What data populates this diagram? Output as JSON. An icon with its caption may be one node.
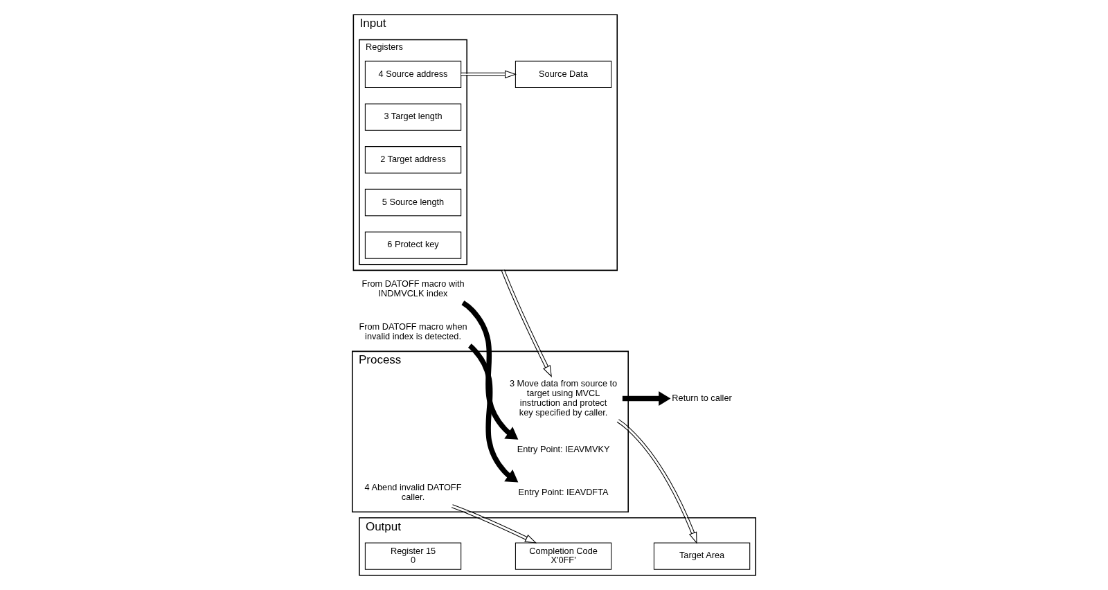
{
  "diagram": {
    "nodes": [
      {
        "text": [
          "Input"
        ]
      },
      {
        "text": [
          "Registers"
        ],
        "in": 0
      },
      {
        "text": [
          "2 Target address"
        ],
        "in": 1
      },
      {
        "text": [
          "3 Target length"
        ],
        "in": 1
      },
      {
        "text": [
          "4 Source address"
        ],
        "in": 1
      },
      {
        "text": [
          "5 Source length"
        ],
        "in": 1
      },
      {
        "text": [
          "6 Protect key"
        ],
        "in": 1
      },
      {
        "text": [
          "Source Data"
        ],
        "in": 0
      },
      {
        "text": [
          "Process"
        ]
      },
      {
        "text": [
          "From DATOFF macro with INDMVCLK index"
        ]
      },
      {
        "text": [
          "Entry Point: IEAVMVKY"
        ],
        "in": 8
      },
      {
        "text": [
          "3 Move data from source to target using MVCL instruction and protect key specified by caller."
        ],
        "in": 8
      },
      {
        "text": [
          "From DATOFF macro when invalid index is detected."
        ]
      },
      {
        "text": [
          "Entry Point: IEAVDFTA"
        ],
        "in": 8
      },
      {
        "text": [
          "4 Abend invalid DATOFF caller."
        ],
        "in": 8
      },
      {
        "text": [
          "Return to caller"
        ]
      },
      {
        "text": [
          "Output"
        ]
      },
      {
        "text": [
          "Target Area"
        ],
        "in": 16
      },
      {
        "text": [
          "Register 15",
          "0"
        ],
        "in": 16
      },
      {
        "text": [
          "Completion Code",
          "X'0FF'"
        ],
        "in": 16
      }
    ],
    "edges": [
      {
        "from": 4,
        "to": 7,
        "arrow": "to"
      },
      {
        "from": 0,
        "to": 11,
        "arrow": "to"
      },
      {
        "from": 9,
        "to": 10,
        "arrow": "to",
        "style": "thick"
      },
      {
        "from": 11,
        "to": 17,
        "arrow": "to"
      },
      {
        "from": 11,
        "to": 15,
        "arrow": "to",
        "style": "thick"
      },
      {
        "from": 12,
        "to": 13,
        "arrow": "to",
        "style": "thick"
      },
      {
        "from": 14,
        "to": 19,
        "arrow": "to"
      }
    ]
  }
}
